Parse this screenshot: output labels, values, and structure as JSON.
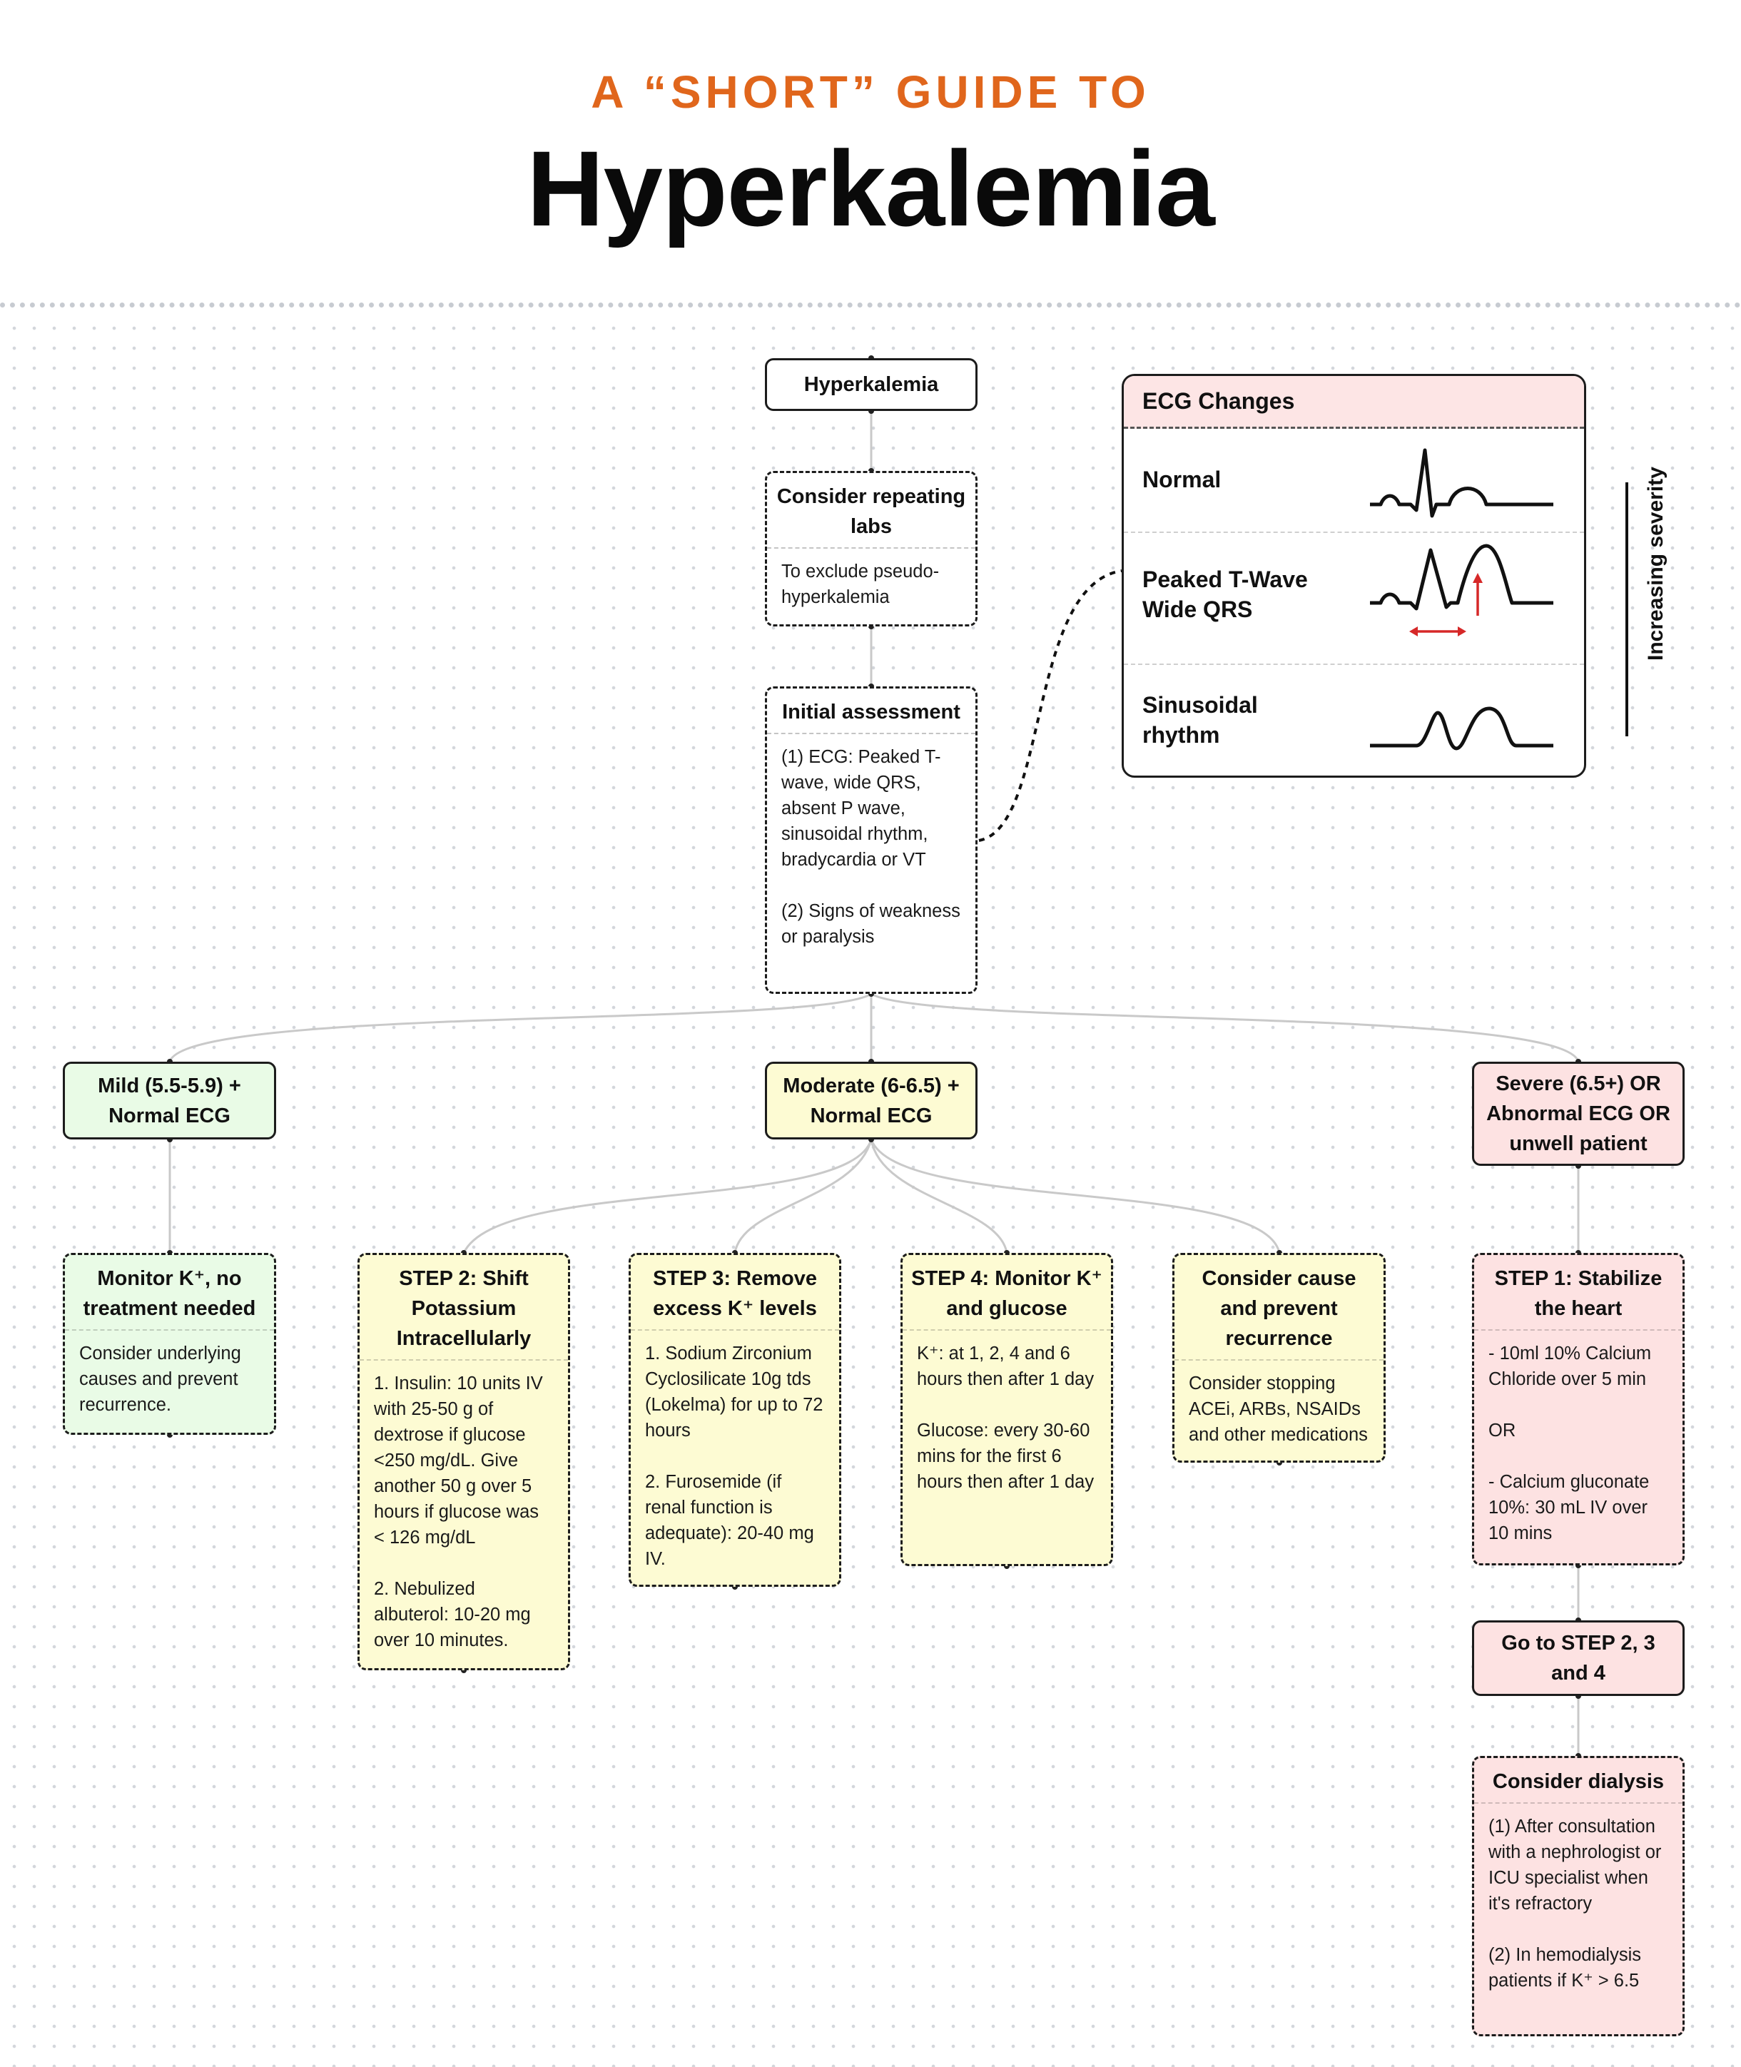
{
  "header": {
    "kicker": "A “SHORT” GUIDE TO",
    "title": "Hyperkalemia"
  },
  "colors": {
    "accent": "#E0661C",
    "mild": "#e9fbe6",
    "moderate": "#fdfbd3",
    "severe": "#fde2e2",
    "ecg_header": "#fde5e5",
    "arrow_red": "#d62828"
  },
  "nodes": {
    "root": {
      "title": "Hyperkalemia"
    },
    "repeat_labs": {
      "title": "Consider repeating labs",
      "body": "To exclude pseudo-hyperkalemia"
    },
    "initial": {
      "title": "Initial assessment",
      "body": "(1) ECG: Peaked T-wave, wide QRS, absent P wave, sinusoidal rhythm, bradycardia or VT\n\n(2) Signs of weakness or paralysis"
    },
    "mild": {
      "title": "Mild (5.5-5.9) + Normal ECG"
    },
    "moderate": {
      "title": "Moderate (6-6.5) + Normal ECG"
    },
    "severe": {
      "title": "Severe (6.5+) OR Abnormal ECG OR unwell patient"
    },
    "monitor": {
      "title": "Monitor K⁺, no treatment needed",
      "body": "Consider underlying causes and prevent recurrence."
    },
    "step2": {
      "title": "STEP 2: Shift Potassium Intracellularly",
      "body": "1. Insulin: 10 units IV with 25-50 g of dextrose if glucose <250 mg/dL. Give another 50 g over 5 hours if glucose was < 126 mg/dL\n\n2. Nebulized albuterol: 10-20 mg over 10 minutes."
    },
    "step3": {
      "title": "STEP 3: Remove excess K⁺ levels",
      "body": "1. Sodium Zirconium Cyclosilicate 10g tds (Lokelma) for up to 72 hours\n\n2. Furosemide (if renal function is adequate): 20-40 mg IV."
    },
    "step4": {
      "title": "STEP 4: Monitor K⁺ and glucose",
      "body": "K⁺: at 1, 2, 4 and 6 hours then after 1 day\n\nGlucose: every 30-60 mins for the first 6 hours then after 1 day"
    },
    "cause": {
      "title": "Consider cause and prevent recurrence",
      "body": "Consider stopping ACEi, ARBs, NSAIDs and other medications"
    },
    "step1": {
      "title": "STEP 1: Stabilize the heart",
      "body": "- 10ml 10% Calcium Chloride over 5 min\n\nOR\n\n- Calcium gluconate 10%: 30 mL IV over 10 mins"
    },
    "goto": {
      "title": "Go to STEP 2, 3 and 4"
    },
    "dialysis": {
      "title": "Consider dialysis",
      "body": "(1) After consultation with a nephrologist or ICU specialist when it's refractory\n\n(2) In hemodialysis patients if K⁺ > 6.5"
    }
  },
  "ecg": {
    "title": "ECG Changes",
    "rows": [
      {
        "label": "Normal",
        "trace": "normal"
      },
      {
        "label": "Peaked T-Wave\nWide QRS",
        "trace": "peaked"
      },
      {
        "label": "Sinusoidal\nrhythm",
        "trace": "sinusoidal"
      }
    ],
    "severity_label": "Increasing severity"
  }
}
